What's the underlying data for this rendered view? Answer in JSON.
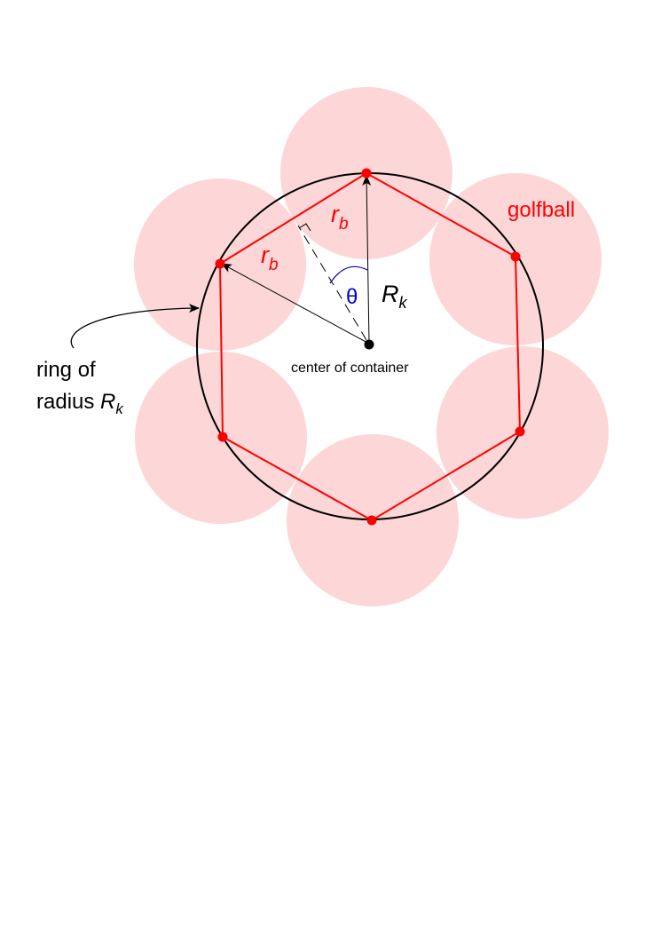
{
  "labels": {
    "golfball": "golfball",
    "r_symbol": "r",
    "r_subscript": "b",
    "R_symbol": "R",
    "R_subscript": "k",
    "theta": "θ",
    "center": "center of container",
    "ring_line1": "ring of",
    "ring_line2": "radius ",
    "ring_R": "R",
    "ring_k": "k"
  },
  "colors": {
    "ball_fill": "#fdd7d7",
    "red": "#ff0000",
    "black": "#000000",
    "blue": "#0000cc"
  }
}
